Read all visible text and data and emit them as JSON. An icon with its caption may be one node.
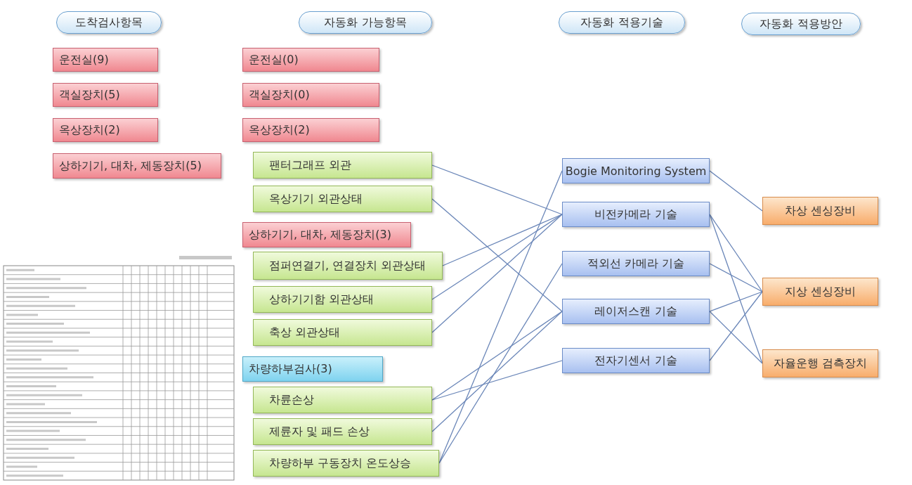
{
  "diagram": {
    "nodes": [
      {
        "text": [
          "도착검사항목"
        ]
      },
      {
        "text": [
          "자동화 가능항목"
        ]
      },
      {
        "text": [
          "자동화 적용기술"
        ]
      },
      {
        "text": [
          "자동화 적용방안"
        ]
      },
      {
        "text": [
          "운전실(9)"
        ]
      },
      {
        "text": [
          "객실장치(5)"
        ]
      },
      {
        "text": [
          "옥상장치(2)"
        ]
      },
      {
        "text": [
          "상하기기, 대차, 제동장치(5)"
        ]
      },
      {
        "text": [
          "운전실(0)"
        ]
      },
      {
        "text": [
          "객실장치(0)"
        ]
      },
      {
        "text": [
          "옥상장치(2)"
        ]
      },
      {
        "text": [
          "팬터그래프 외관"
        ]
      },
      {
        "text": [
          "옥상기기 외관상태"
        ]
      },
      {
        "text": [
          "상하기기, 대차, 제동장치(3)"
        ]
      },
      {
        "text": [
          "점퍼연결기, 연결장치 외관상태"
        ]
      },
      {
        "text": [
          "상하기기함 외관상태"
        ]
      },
      {
        "text": [
          "축상 외관상태"
        ]
      },
      {
        "text": [
          "차량하부검사(3)"
        ]
      },
      {
        "text": [
          "차륜손상"
        ]
      },
      {
        "text": [
          "제륜자 및 패드 손상"
        ]
      },
      {
        "text": [
          "차량하부 구동장치 온도상승"
        ]
      },
      {
        "text": [
          "Bogie Monitoring System"
        ]
      },
      {
        "text": [
          "비전카메라 기술"
        ]
      },
      {
        "text": [
          "적외선 카메라 기술"
        ]
      },
      {
        "text": [
          "레이저스캔 기술"
        ]
      },
      {
        "text": [
          "전자기센서 기술"
        ]
      },
      {
        "text": [
          "차상 센싱장비"
        ]
      },
      {
        "text": [
          "지상 센싱장비"
        ]
      },
      {
        "text": [
          "자율운행 검측장치"
        ]
      }
    ],
    "edges": [
      {
        "from": 11,
        "to": 22,
        "arrow": "none"
      },
      {
        "from": 12,
        "to": 24,
        "arrow": "none"
      },
      {
        "from": 14,
        "to": 22,
        "arrow": "none"
      },
      {
        "from": 15,
        "to": 22,
        "arrow": "none"
      },
      {
        "from": 16,
        "to": 22,
        "arrow": "none"
      },
      {
        "from": 18,
        "to": 24,
        "arrow": "none"
      },
      {
        "from": 18,
        "to": 25,
        "arrow": "none"
      },
      {
        "from": 19,
        "to": 24,
        "arrow": "none"
      },
      {
        "from": 20,
        "to": 21,
        "arrow": "none"
      },
      {
        "from": 20,
        "to": 23,
        "arrow": "none"
      },
      {
        "from": 21,
        "to": 26,
        "arrow": "none"
      },
      {
        "from": 22,
        "to": 27,
        "arrow": "none"
      },
      {
        "from": 22,
        "to": 28,
        "arrow": "none"
      },
      {
        "from": 23,
        "to": 27,
        "arrow": "none"
      },
      {
        "from": 24,
        "to": 27,
        "arrow": "none"
      },
      {
        "from": 24,
        "to": 28,
        "arrow": "none"
      },
      {
        "from": 25,
        "to": 27,
        "arrow": "none"
      }
    ]
  }
}
